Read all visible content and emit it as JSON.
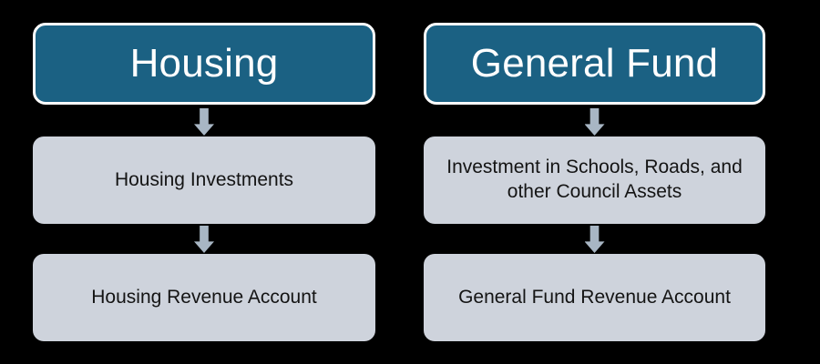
{
  "diagram": {
    "background_color": "#000000",
    "header_color": "#1b6183",
    "header_text_color": "#ffffff",
    "node_color": "#ced3dc",
    "node_text_color": "#141414",
    "arrow_color": "#a8b6c4",
    "columns": [
      {
        "key": "housing",
        "header": "Housing",
        "nodes": [
          "Housing Investments",
          "Housing Revenue Account"
        ],
        "arrows": [
          "down-arrow",
          "down-arrow"
        ]
      },
      {
        "key": "general_fund",
        "header": "General Fund",
        "nodes": [
          "Investment in Schools, Roads, and other Council Assets",
          "General Fund Revenue Account"
        ],
        "arrows": [
          "down-arrow",
          "down-arrow"
        ]
      }
    ]
  }
}
